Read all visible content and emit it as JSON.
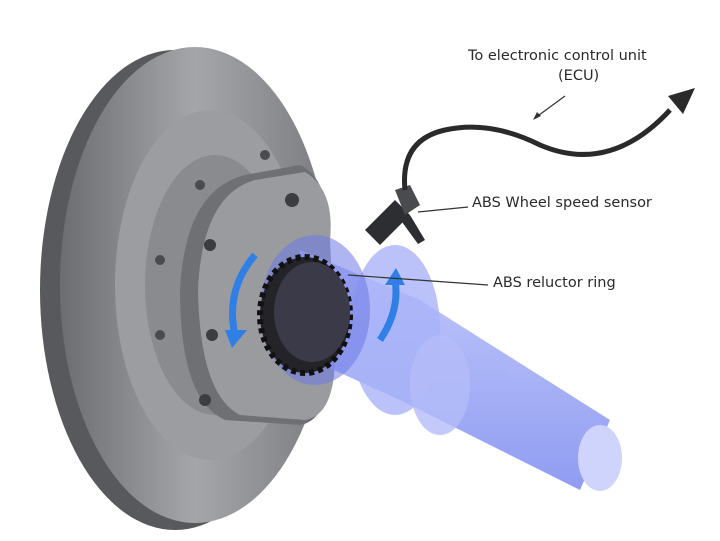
{
  "labels": {
    "ecu_line1": "To electronic control unit",
    "ecu_line2": "(ECU)",
    "sensor": "ABS Wheel speed sensor",
    "reluctor": "ABS reluctor ring"
  },
  "colors": {
    "disc": "#8e8f93",
    "hub": "#6f7074",
    "shaft": "#8f9cf5",
    "rotation_arrow": "#2f7fe6",
    "cable": "#2a2a2a"
  }
}
